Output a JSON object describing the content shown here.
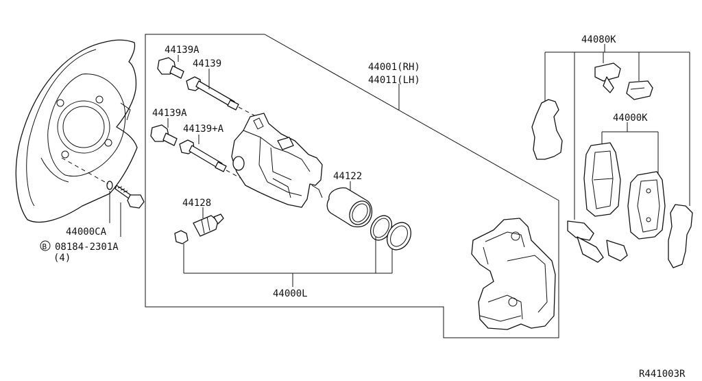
{
  "labels": {
    "p44139A_top": "44139A",
    "p44139": "44139",
    "p44139A_mid": "44139A",
    "p44139pA": "44139+A",
    "p44001": "44001(RH)",
    "p44011": "44011(LH)",
    "p44080K": "44080K",
    "p44000K": "44000K",
    "p44122": "44122",
    "p44128": "44128",
    "p44000CA": "44000CA",
    "bolt_circle": "B",
    "bolt_code": "08184-2301A",
    "bolt_qty": "(4)",
    "p44000L": "44000L",
    "ref_code": "R441003R"
  }
}
